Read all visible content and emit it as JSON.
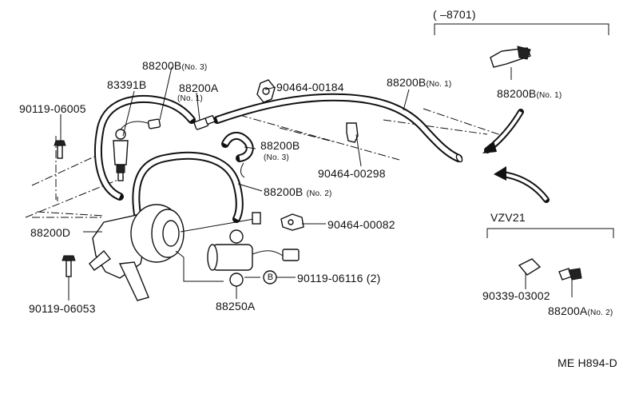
{
  "labels": {
    "p88200b_no3": "88200B",
    "p88200b_no3_sub": "(No. 3)",
    "p83391b": "83391B",
    "p88200a": "88200A",
    "p88200a_sub": "(No. 1)",
    "p90119_06005": "90119-06005",
    "p90464_00184": "90464-00184",
    "p88200b_no1": "88200B",
    "p88200b_no1_sub": "(No. 1)",
    "p88200b_mid": "88200B",
    "p88200b_mid_sub": "(No. 3)",
    "p90464_00298": "90464-00298",
    "p88200b_no2": "88200B",
    "p88200b_no2_sub": "(No. 2)",
    "p88200d": "88200D",
    "p90464_00082": "90464-00082",
    "p90119_06116": "90119-06116",
    "p90119_06116_qty": "(2)",
    "p90119_06053": "90119-06053",
    "p88250a": "88250A",
    "circle_b": "B",
    "p88200b_inset": "88200B",
    "p88200b_inset_sub": "(No. 1)",
    "p90339_03002": "90339-03002",
    "p88200a_no2": "88200A",
    "p88200a_no2_sub": "(No. 2)",
    "range_8701": "(        –8701)",
    "vzv21": "VZV21",
    "ref_code": "ME H894-D"
  }
}
